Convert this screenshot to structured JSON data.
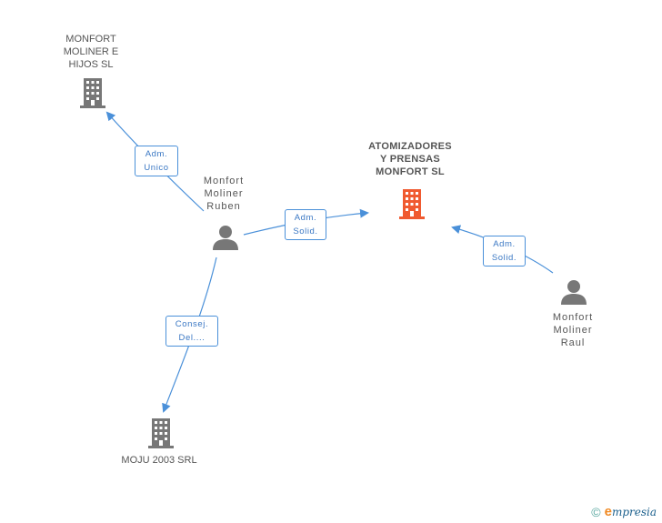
{
  "colors": {
    "edge": "#4a90d9",
    "node_main": "#f05a30",
    "node_other": "#777777"
  },
  "nodes": {
    "monfort_moliner_hijos": {
      "label": "MONFORT\nMOLINER E\nHIJOS SL",
      "icon": "building-icon"
    },
    "atomizadores": {
      "label": "ATOMIZADORES\nY PRENSAS\nMONFORT SL",
      "icon": "building-icon"
    },
    "moju": {
      "label": "MOJU 2003 SRL",
      "icon": "building-icon"
    },
    "ruben": {
      "label": "Monfort\nMoliner\nRuben",
      "icon": "person-icon"
    },
    "raul": {
      "label": "Monfort\nMoliner\nRaul",
      "icon": "person-icon"
    }
  },
  "edges": {
    "ruben_hijos": "Adm.\nUnico",
    "ruben_atomizadores": "Adm.\nSolid.",
    "raul_atomizadores": "Adm.\nSolid.",
    "ruben_moju": "Consej.\nDel...."
  },
  "footer": {
    "copyright": "©",
    "brand_initial": "e",
    "brand_rest": "mpresia"
  }
}
